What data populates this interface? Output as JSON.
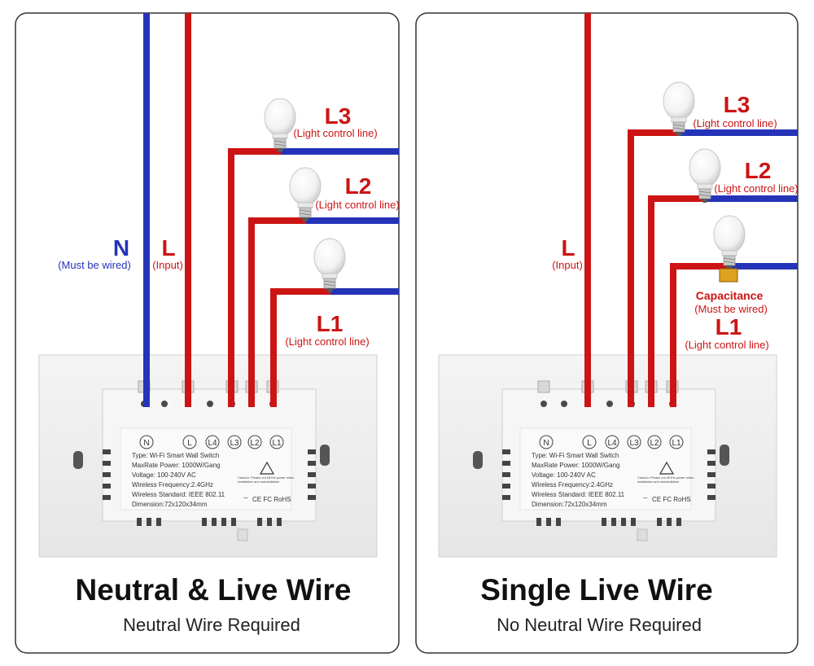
{
  "colors": {
    "live_wire": "#cc1414",
    "neutral_wire": "#2533b8",
    "switch_body": "#eeeeee",
    "panel_border": "#333333"
  },
  "left_panel": {
    "title": "Neutral & Live Wire",
    "subtitle": "Neutral Wire Required",
    "neutral_label": "N",
    "neutral_note": "(Must be wired)",
    "live_label": "L",
    "live_note": "(Input)",
    "l3_label": "L3",
    "l3_note": "(Light control line)",
    "l2_label": "L2",
    "l2_note": "(Light control line)",
    "l1_label": "L1",
    "l1_note": "(Light control line)"
  },
  "right_panel": {
    "title": "Single Live Wire",
    "subtitle": "No Neutral Wire Required",
    "live_label": "L",
    "live_note": "(Input)",
    "l3_label": "L3",
    "l3_note": "(Light control line)",
    "l2_label": "L2",
    "l2_note": "(Light control line)",
    "capacitance_label": "Capacitance",
    "capacitance_note": "(Must be wired)",
    "l1_label": "L1",
    "l1_note": "(Light control line)"
  },
  "switch_label": {
    "terminals": [
      "N",
      "L",
      "L4",
      "L3",
      "L2",
      "L1"
    ],
    "type": "Type: Wi-Fi Smart Wall Switch",
    "max_power": "MaxRate Power: 1000W/Gang",
    "voltage": "Voltage: 100-240V AC",
    "frequency": "Wireless Frequency:2.4GHz",
    "standard": "Wireless Standard: IEEE 802.11",
    "dimension": "Dimension:72x120x34mm",
    "caution": "Caution: Please cut off the power when installation and uninstallation",
    "certs": "CE FC RoHS"
  },
  "icons": [
    "light-bulb-icon",
    "warning-icon",
    "wifi-icon",
    "capacitor-icon"
  ]
}
